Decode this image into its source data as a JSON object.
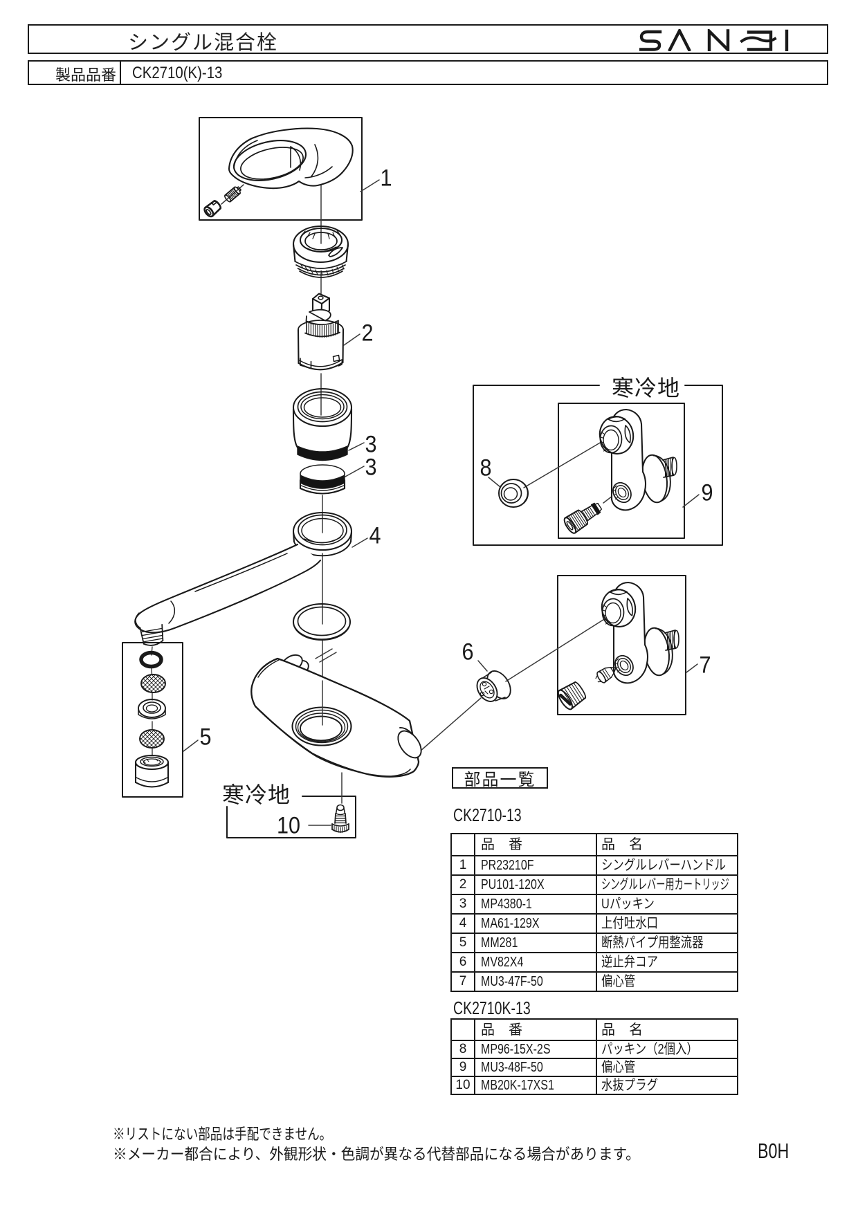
{
  "header": {
    "title": "シングル混合栓",
    "brand": "SANEI",
    "product_label": "製品品番",
    "product_code": "CK2710(K)-13"
  },
  "diagram": {
    "callouts": [
      "1",
      "2",
      "3",
      "3",
      "4",
      "5",
      "6",
      "7",
      "8",
      "9",
      "10"
    ],
    "cold_region_label": "寒冷地"
  },
  "parts_list": {
    "section_title": "部品一覧",
    "column_headers": {
      "no": "",
      "code": "品　番",
      "name": "品　名"
    },
    "tables": [
      {
        "model": "CK2710-13",
        "rows": [
          {
            "no": "1",
            "code": "PR23210F",
            "name": "シングルレバーハンドル"
          },
          {
            "no": "2",
            "code": "PU101-120X",
            "name": "シングルレバー用カートリッジ"
          },
          {
            "no": "3",
            "code": "MP4380-1",
            "name": "Uパッキン"
          },
          {
            "no": "4",
            "code": "MA61-129X",
            "name": "上付吐水口"
          },
          {
            "no": "5",
            "code": "MM281",
            "name": "断熱パイプ用整流器"
          },
          {
            "no": "6",
            "code": "MV82X4",
            "name": "逆止弁コア"
          },
          {
            "no": "7",
            "code": "MU3-47F-50",
            "name": "偏心管"
          }
        ]
      },
      {
        "model": "CK2710K-13",
        "rows": [
          {
            "no": "8",
            "code": "MP96-15X-2S",
            "name": "パッキン（2個入）"
          },
          {
            "no": "9",
            "code": "MU3-48F-50",
            "name": "偏心管"
          },
          {
            "no": "10",
            "code": "MB20K-17XS1",
            "name": "水抜プラグ"
          }
        ]
      }
    ]
  },
  "footer": {
    "notes": [
      "※リストにない部品は手配できません。",
      "※メーカー都合により、外観形状・色調が異なる代替部品になる場合があります。"
    ],
    "doc_code": "B0H"
  }
}
